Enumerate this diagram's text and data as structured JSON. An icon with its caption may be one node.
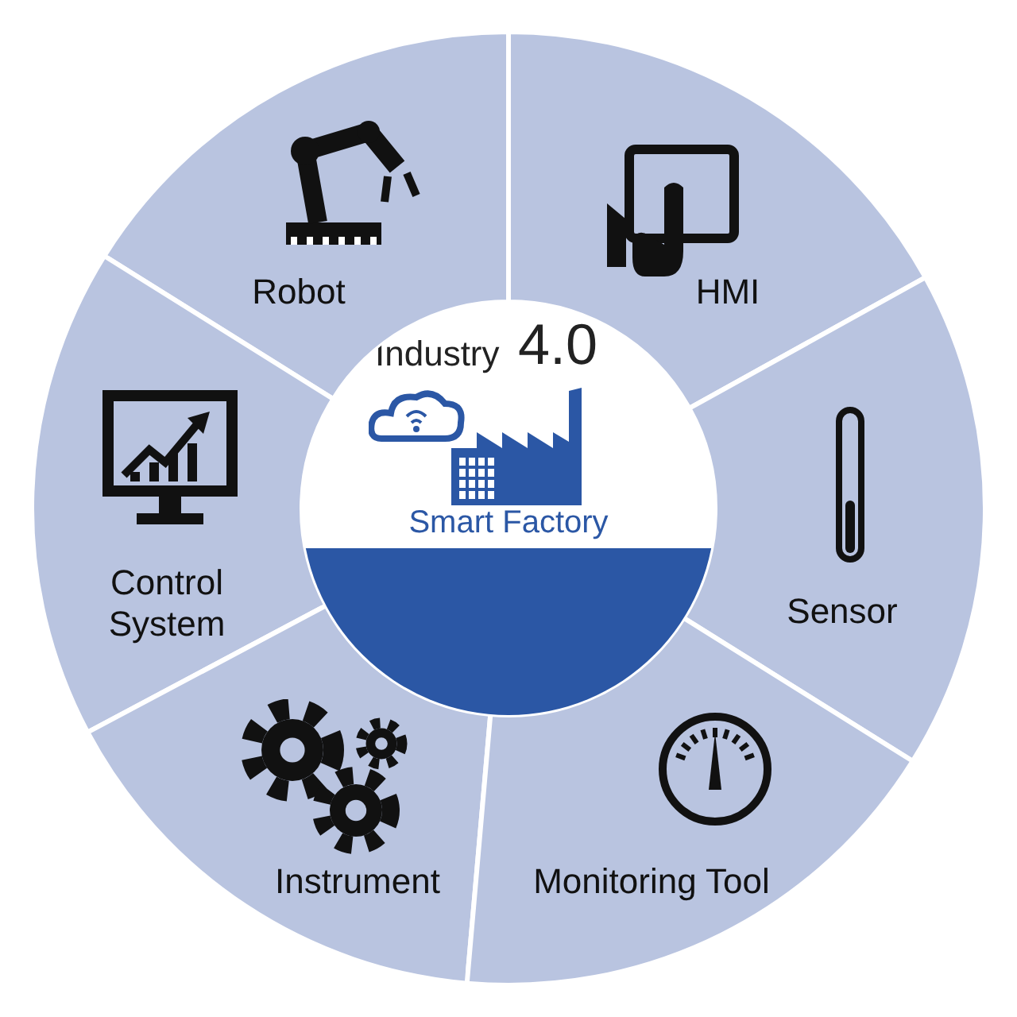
{
  "diagram": {
    "nodes": [
      {
        "text": [
          "Robot"
        ]
      },
      {
        "text": [
          "HMI"
        ]
      },
      {
        "text": [
          "Industry",
          "4.0",
          "Smart Factory"
        ]
      },
      {
        "text": [
          "Control System"
        ]
      },
      {
        "text": [
          "Sensor"
        ]
      },
      {
        "text": [
          "Instrument"
        ]
      },
      {
        "text": [
          "Monitoring Tool"
        ]
      }
    ]
  }
}
